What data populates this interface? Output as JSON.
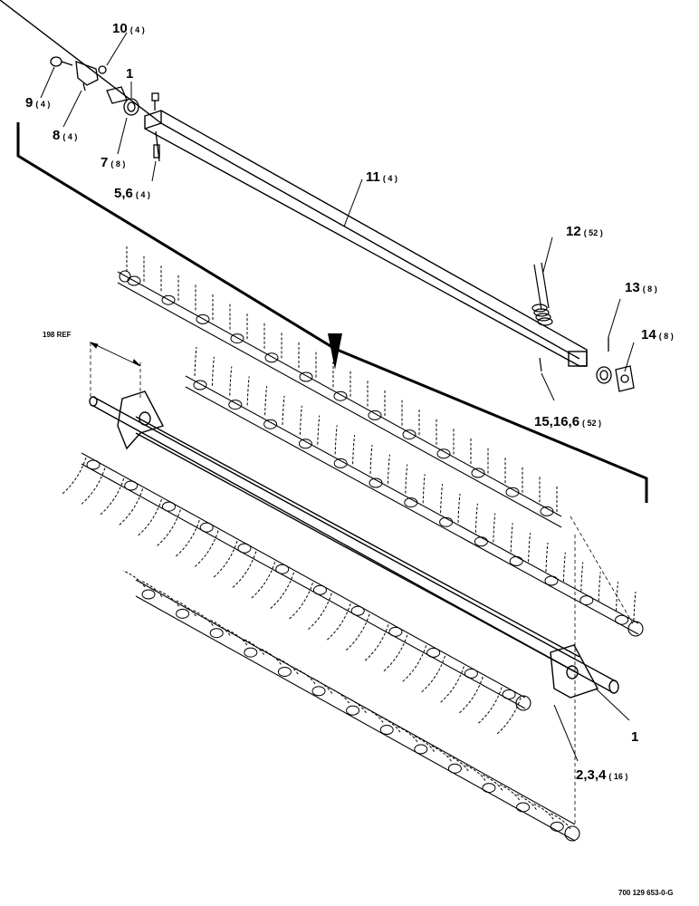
{
  "diagram": {
    "callouts": [
      {
        "id": "c10",
        "num": "10",
        "qty": "( 4 )"
      },
      {
        "id": "c9",
        "num": "9",
        "qty": "( 4 )"
      },
      {
        "id": "c1a",
        "num": "1",
        "qty": ""
      },
      {
        "id": "c8",
        "num": "8",
        "qty": "( 4 )"
      },
      {
        "id": "c7",
        "num": "7",
        "qty": "( 8 )"
      },
      {
        "id": "c56",
        "num": "5,6",
        "qty": "( 4 )"
      },
      {
        "id": "c11",
        "num": "11",
        "qty": "( 4 )"
      },
      {
        "id": "c12",
        "num": "12",
        "qty": "( 52 )"
      },
      {
        "id": "c13",
        "num": "13",
        "qty": "( 8 )"
      },
      {
        "id": "c14",
        "num": "14",
        "qty": "( 8 )"
      },
      {
        "id": "c15",
        "num": "15,16,6",
        "qty": "( 52 )"
      },
      {
        "id": "c1b",
        "num": "1",
        "qty": ""
      },
      {
        "id": "c234",
        "num": "2,3,4",
        "qty": "( 16 )"
      }
    ],
    "ref_label": "198 REF",
    "drawing_number": "700 129 653-0-G"
  }
}
